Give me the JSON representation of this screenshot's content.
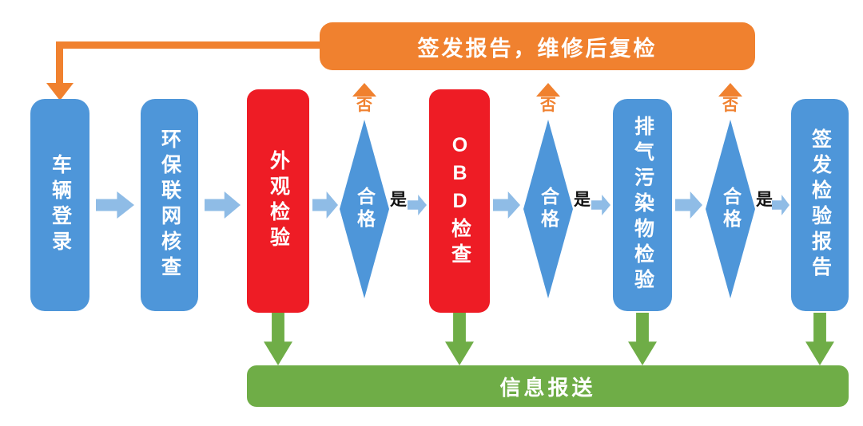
{
  "report_box": {
    "label": "签发报告，维修后复检"
  },
  "labels": {
    "yes": "是",
    "no": "否"
  },
  "nodes": {
    "vehicle_login": "车辆登录",
    "env_network_check": "环保联网核查",
    "appearance_inspection": "外观检验",
    "qualified_1": "合格",
    "obd_check": "OBD检查",
    "qualified_2": "合格",
    "exhaust_inspection": "排气污染物检验",
    "qualified_3": "合格",
    "issue_report": "签发检验报告"
  },
  "bottom": {
    "info_report": "信息报送"
  },
  "colors": {
    "blue": "#4E96D9",
    "light-blue": "#8FBCE6",
    "red": "#EE1C25",
    "orange": "#F0812F",
    "green": "#6FAD47",
    "text-dark": "#111111"
  }
}
